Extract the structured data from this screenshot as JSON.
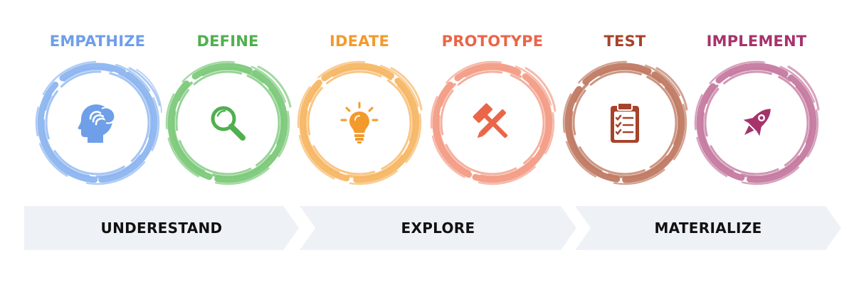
{
  "steps": [
    {
      "title": "EMPATHIZE",
      "color": "#6E9FE8",
      "ring_color": "#8DB5F0",
      "icon": "head-icon"
    },
    {
      "title": "DEFINE",
      "color": "#4FB04F",
      "ring_color": "#7CC97A",
      "icon": "magnifier-icon"
    },
    {
      "title": "IDEATE",
      "color": "#F39A2C",
      "ring_color": "#F7B765",
      "icon": "lightbulb-icon"
    },
    {
      "title": "PROTOTYPE",
      "color": "#EB6548",
      "ring_color": "#F39C86",
      "icon": "hammer-pencil-icon"
    },
    {
      "title": "TEST",
      "color": "#A8432B",
      "ring_color": "#C07A63",
      "icon": "clipboard-icon"
    },
    {
      "title": "IMPLEMENT",
      "color": "#A6336C",
      "ring_color": "#C57AA0",
      "icon": "rocket-icon"
    }
  ],
  "phases": [
    {
      "label": "UNDERESTAND"
    },
    {
      "label": "EXPLORE"
    },
    {
      "label": "MATERIALIZE"
    }
  ],
  "phase_color": "#EEF1F6"
}
